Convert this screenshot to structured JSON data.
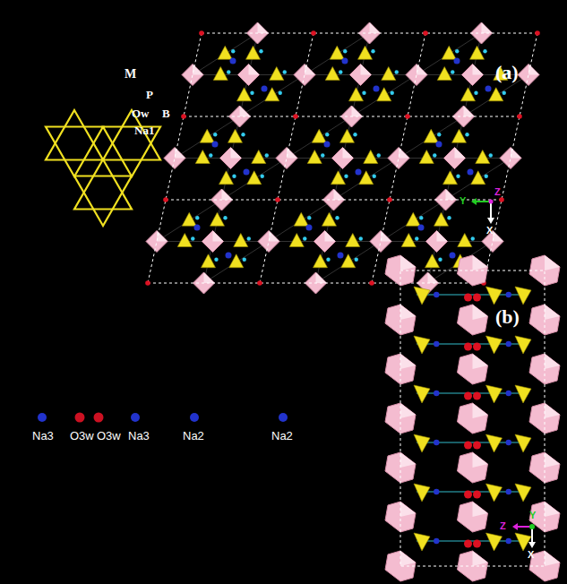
{
  "diagram": {
    "labels": [
      "M",
      "P",
      "Ow",
      "B",
      "Na1",
      "(a)",
      "Y",
      "Z",
      "X",
      "(b)",
      "Na3",
      "O3w",
      "O3w",
      "Na3",
      "Na2",
      "Na2",
      "Z",
      "Y",
      "X"
    ]
  }
}
